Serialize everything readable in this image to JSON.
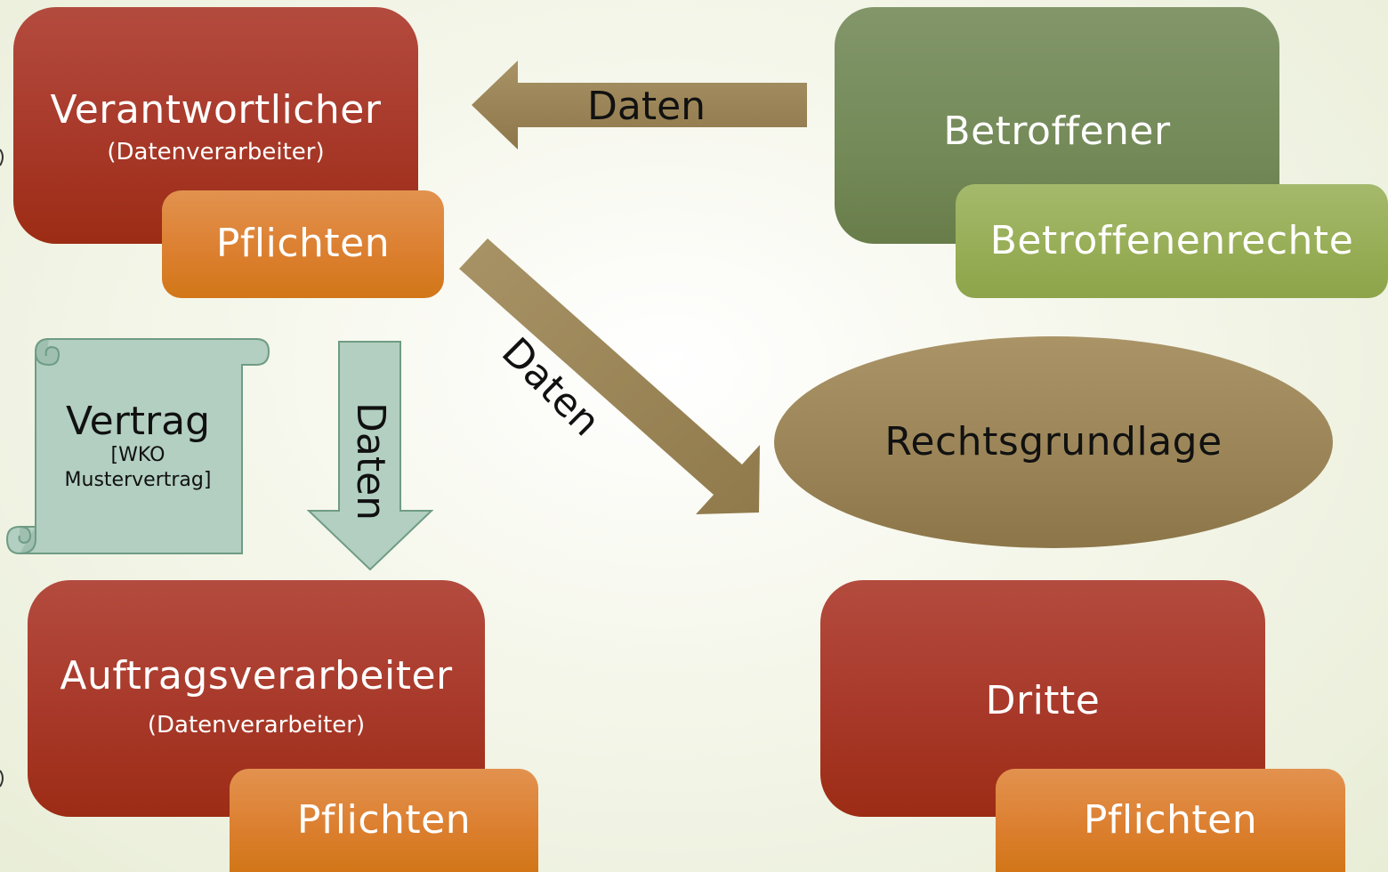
{
  "controller": {
    "title": "Verantwortlicher",
    "subtitle": "(Datenverarbeiter)",
    "duties": "Pflichten"
  },
  "data_subject": {
    "title": "Betroffener",
    "rights": "Betroffenenrechte"
  },
  "processor": {
    "title": "Auftragsverarbeiter",
    "subtitle": "(Datenverarbeiter)",
    "duties": "Pflichten"
  },
  "third_party": {
    "title": "Dritte",
    "duties": "Pflichten"
  },
  "legal_basis": {
    "label": "Rechtsgrundlage"
  },
  "contract": {
    "title": "Vertrag",
    "subtitle_line1": "[WKO",
    "subtitle_line2": "Mustervertrag]"
  },
  "arrows": {
    "subject_to_controller": "Daten",
    "controller_to_third": "Daten",
    "controller_to_processor": "Daten"
  },
  "colors": {
    "red_box": "#a8392a",
    "orange_box": "#dc8031",
    "green_dark": "#748a58",
    "green_light": "#97ad55",
    "brown_arrow": "#9c8455",
    "mint": "#b2cfc1"
  }
}
